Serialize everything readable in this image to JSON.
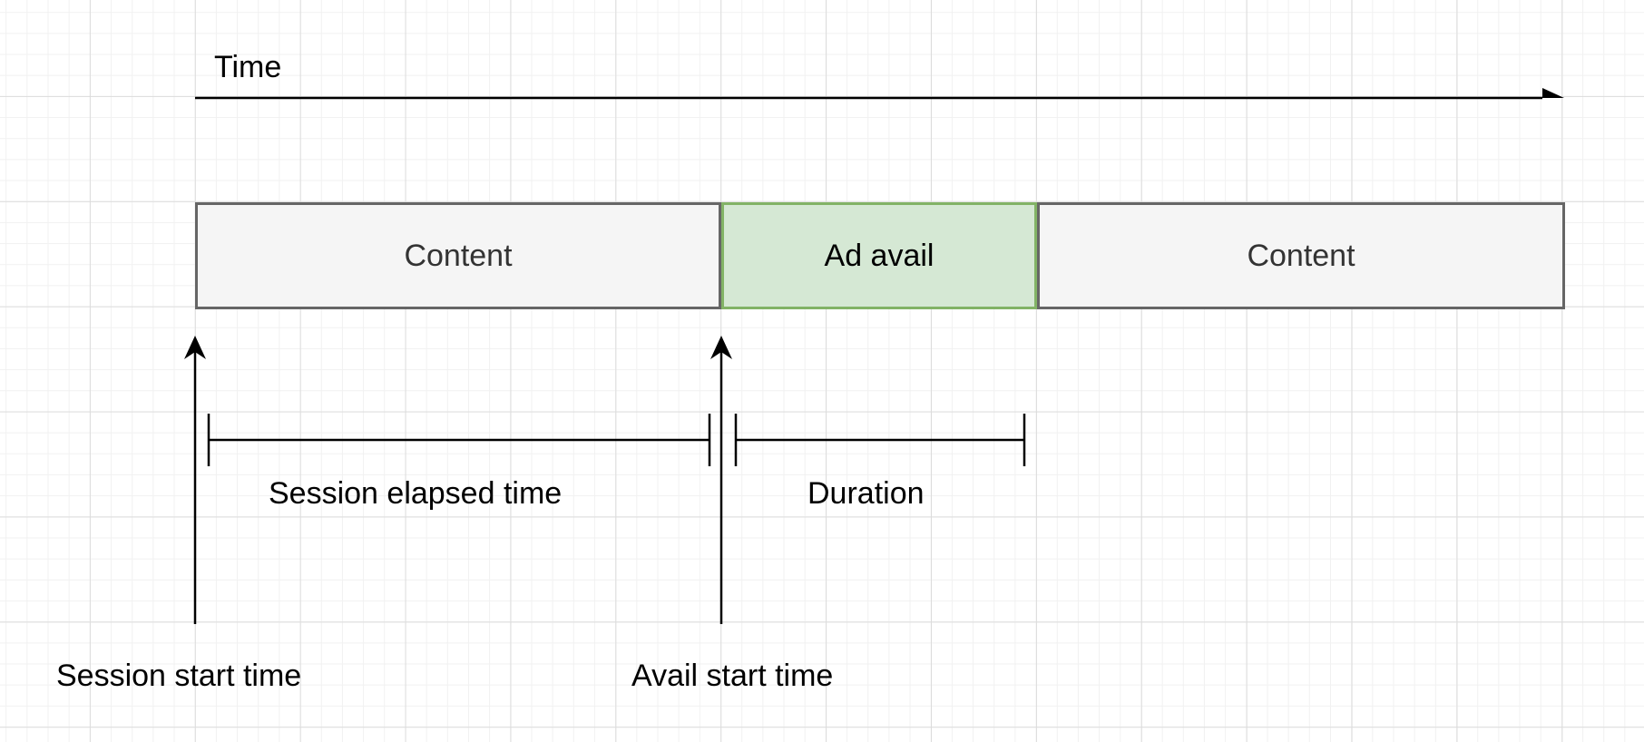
{
  "timeline": {
    "label": "Time"
  },
  "segments": [
    {
      "label": "Content",
      "kind": "content",
      "fill": "#f5f5f5",
      "stroke": "#666666"
    },
    {
      "label": "Ad avail",
      "kind": "ad",
      "fill": "#d5e8d4",
      "stroke": "#82b366"
    },
    {
      "label": "Content",
      "kind": "content",
      "fill": "#f5f5f5",
      "stroke": "#666666"
    }
  ],
  "intervals": {
    "elapsed_label": "Session elapsed time",
    "duration_label": "Duration"
  },
  "markers": {
    "session_start_label": "Session start time",
    "avail_start_label": "Avail start time"
  }
}
